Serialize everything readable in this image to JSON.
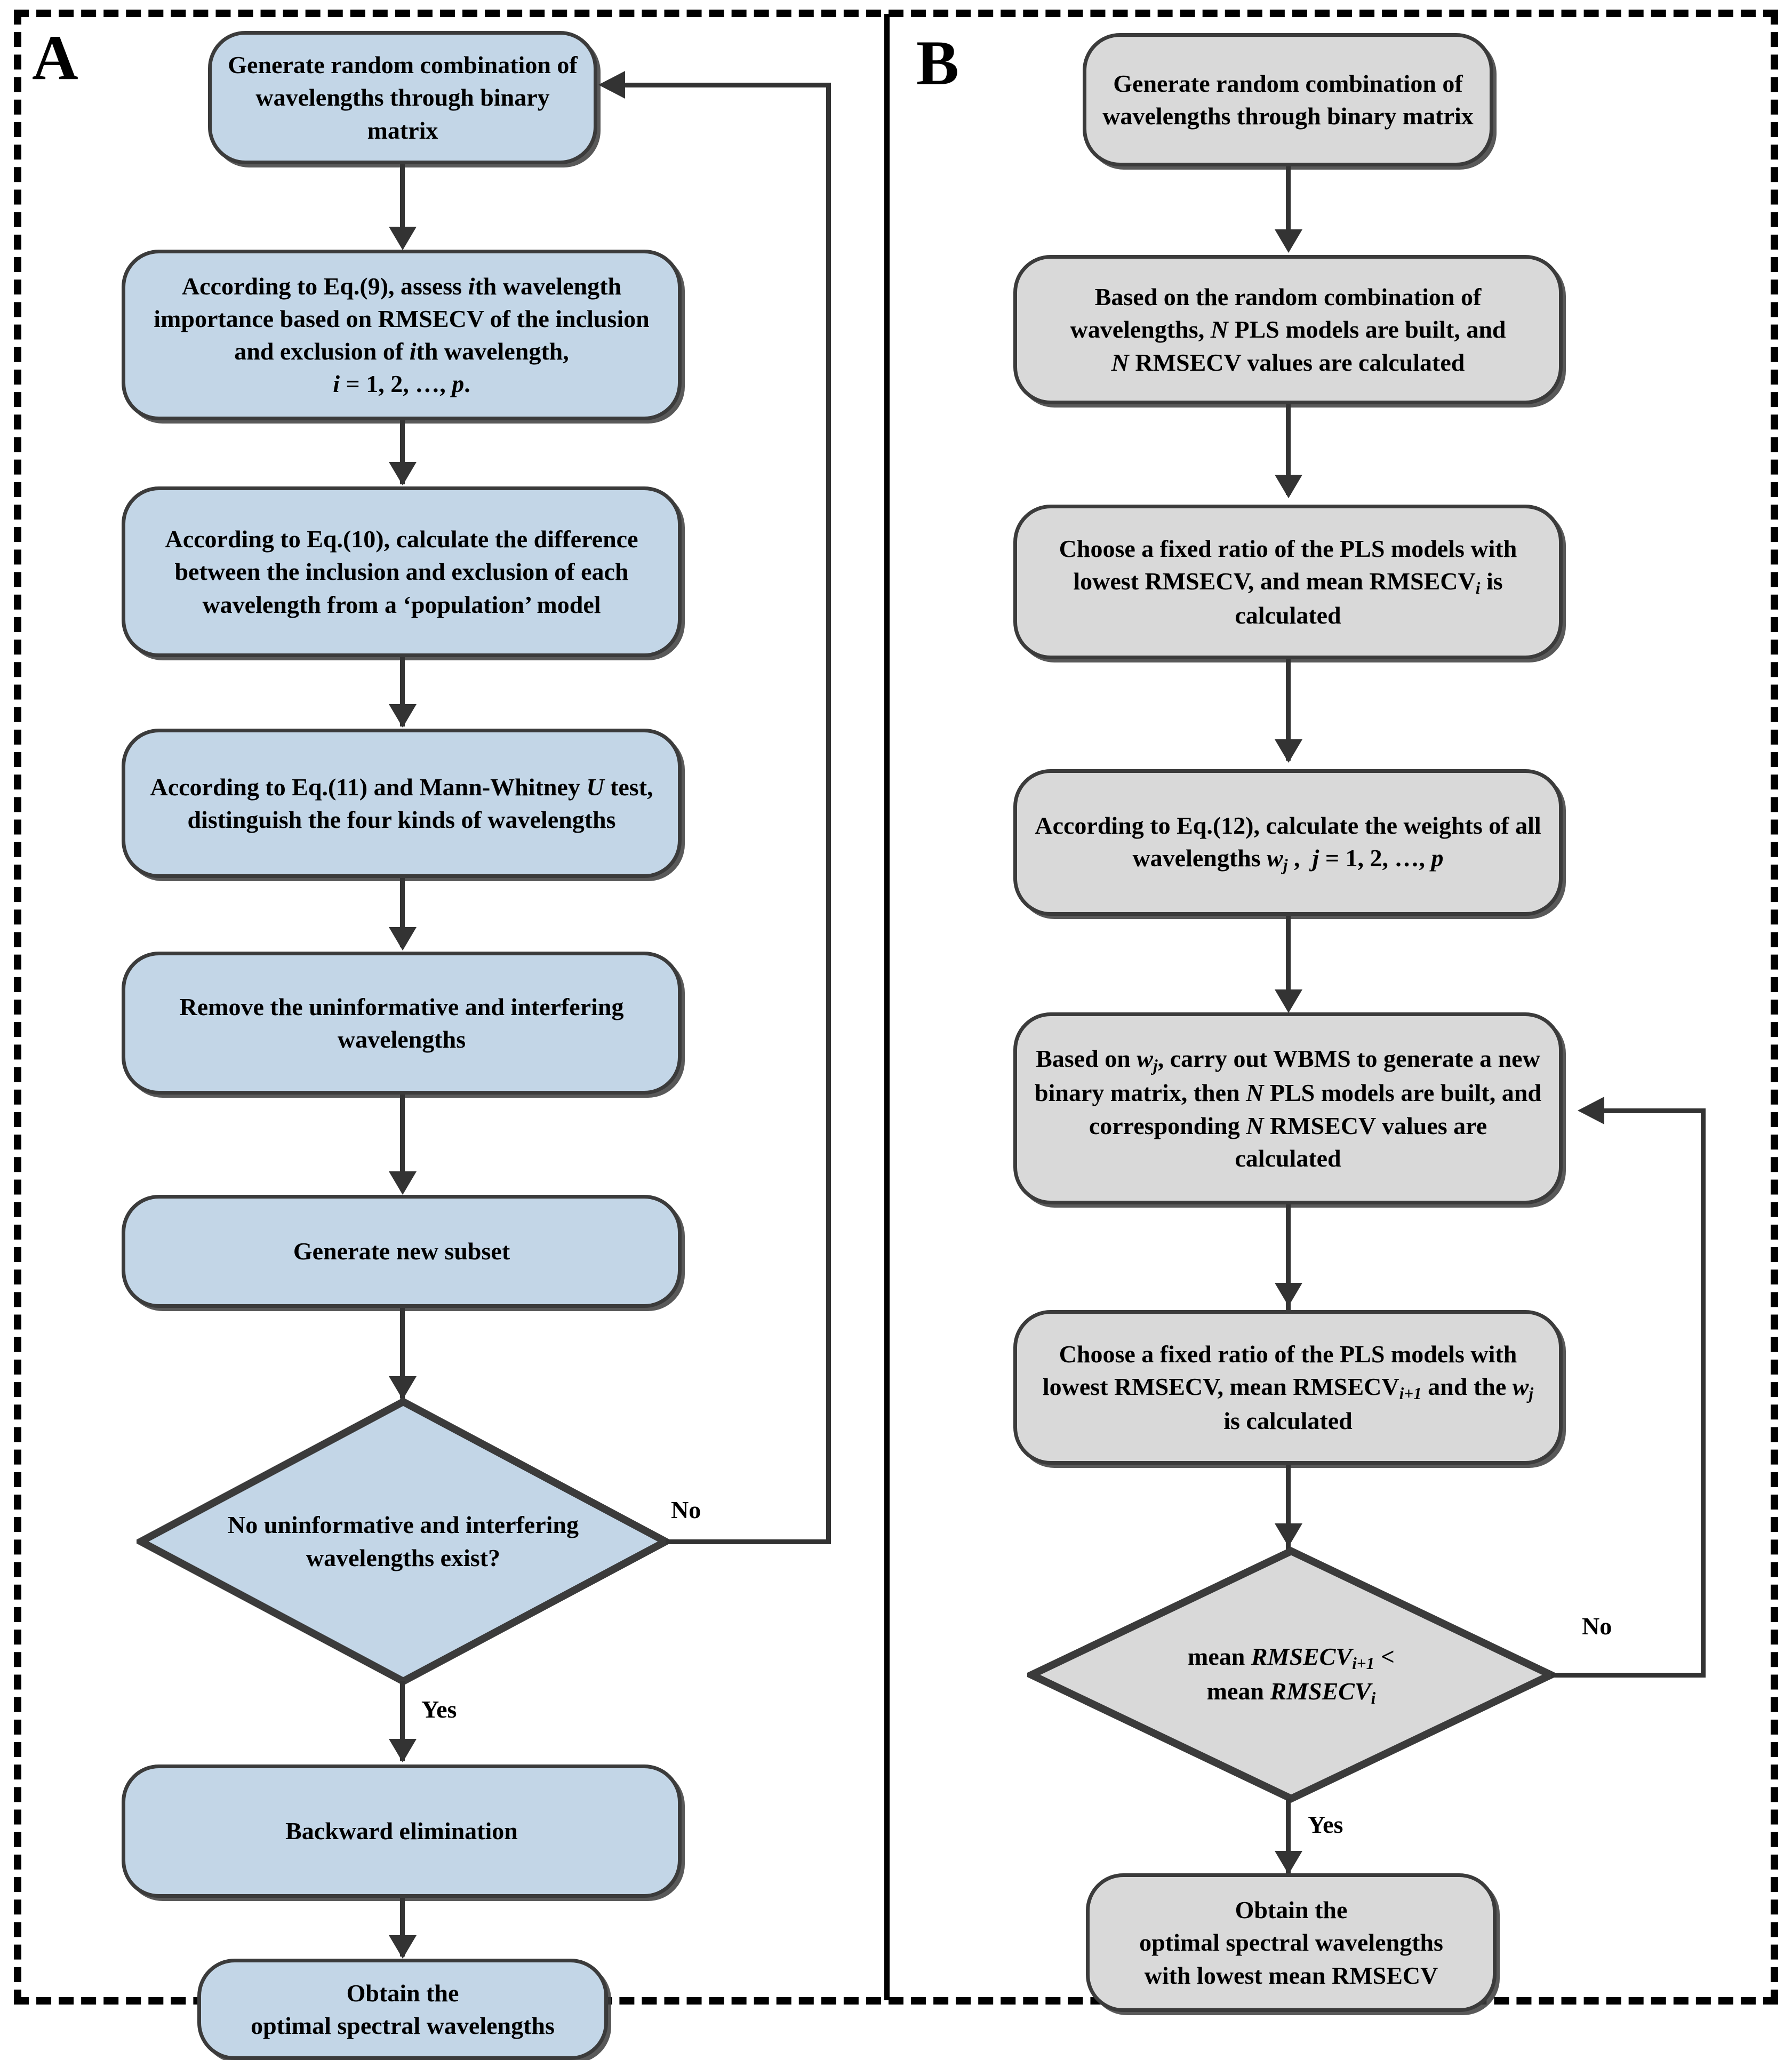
{
  "figure": {
    "panels": [
      {
        "id": "A",
        "letter": "A",
        "fill_color": "#c3d6e7",
        "nodes": [
          {
            "id": "a1",
            "shape": "rounded",
            "text": "Generate random combination of wavelengths through binary matrix"
          },
          {
            "id": "a2",
            "shape": "rounded",
            "text": "According to Eq.(9), assess ith wavelength importance based on RMSECV of the inclusion and exclusion of ith wavelength, i = 1, 2, …, p."
          },
          {
            "id": "a3",
            "shape": "rounded",
            "text": "According to Eq.(10), calculate the difference between the inclusion and exclusion of each wavelength from a ‘population’ model"
          },
          {
            "id": "a4",
            "shape": "rounded",
            "text": "According to Eq.(11) and Mann-Whitney U test, distinguish the four kinds of wavelengths"
          },
          {
            "id": "a5",
            "shape": "rounded",
            "text": "Remove the uninformative and interfering wavelengths"
          },
          {
            "id": "a6",
            "shape": "rounded",
            "text": "Generate new subset"
          },
          {
            "id": "a7",
            "shape": "diamond",
            "text": "No uninformative and interfering wavelengths exist?"
          },
          {
            "id": "a8",
            "shape": "rounded",
            "text": "Backward elimination"
          },
          {
            "id": "a9",
            "shape": "rounded",
            "text": "Obtain the optimal spectral wavelengths"
          }
        ],
        "edge_labels": {
          "no": "No",
          "yes": "Yes"
        }
      },
      {
        "id": "B",
        "letter": "B",
        "fill_color": "#d9d9d9",
        "nodes": [
          {
            "id": "b1",
            "shape": "rounded",
            "text": "Generate random combination of wavelengths through binary matrix"
          },
          {
            "id": "b2",
            "shape": "rounded",
            "text": "Based on the random combination of wavelengths, N PLS models are built, and N RMSECV values are calculated"
          },
          {
            "id": "b3",
            "shape": "rounded",
            "text": "Choose a fixed ratio of the PLS models with lowest RMSECV, and mean RMSECVi is calculated"
          },
          {
            "id": "b4",
            "shape": "rounded",
            "text": "According to Eq.(12), calculate the weights of all wavelengths wj , j = 1, 2, …, p"
          },
          {
            "id": "b5",
            "shape": "rounded",
            "text": "Based on wj, carry out WBMS to generate a new binary matrix, then N PLS models are built, and corresponding N RMSECV values are calculated"
          },
          {
            "id": "b6",
            "shape": "rounded",
            "text": "Choose a fixed ratio of the PLS models with lowest RMSECV, mean RMSECVi+1 and the wj is calculated"
          },
          {
            "id": "b7",
            "shape": "diamond",
            "text": "mean RMSECVi+1 < mean RMSECVi"
          },
          {
            "id": "b8",
            "shape": "rounded",
            "text": "Obtain the optimal spectral wavelengths with lowest mean RMSECV"
          }
        ],
        "edge_labels": {
          "no": "No",
          "yes": "Yes"
        }
      }
    ]
  }
}
